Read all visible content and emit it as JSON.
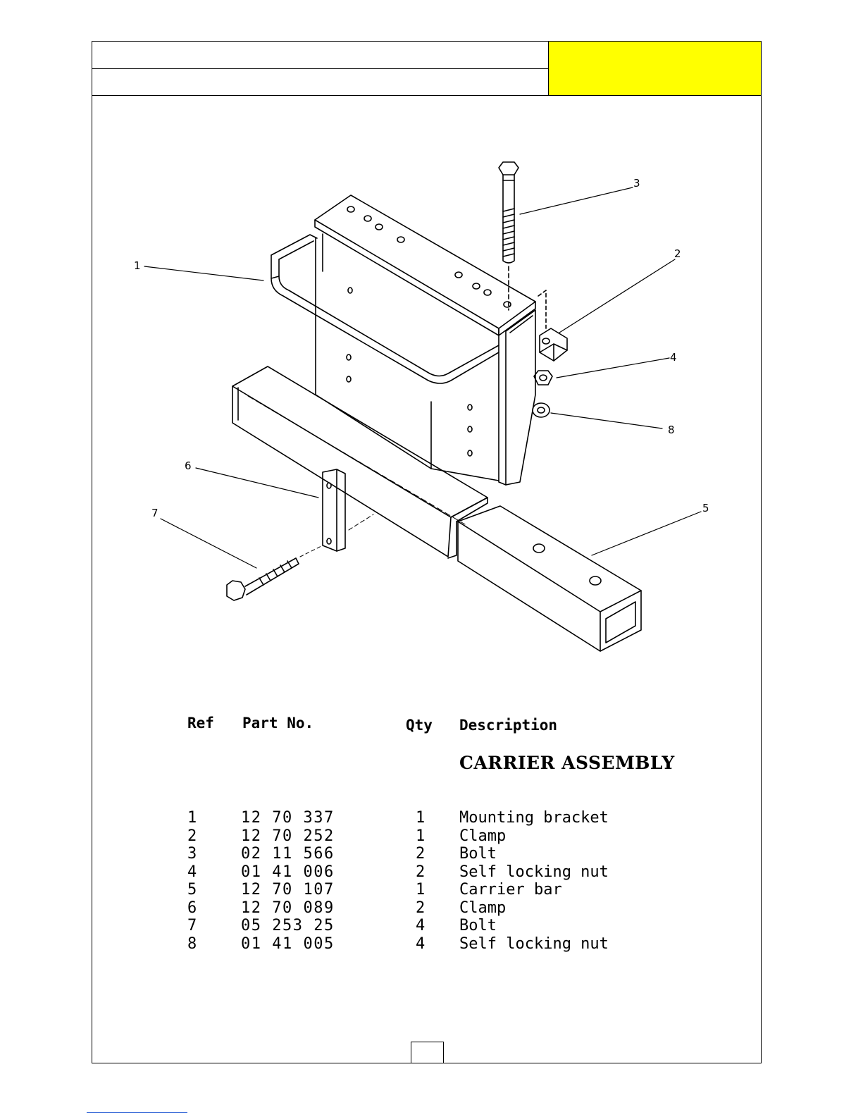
{
  "table": {
    "headers": {
      "ref": "Ref",
      "part_no": "Part No.",
      "qty": "Qty",
      "description": "Description"
    },
    "assembly_title": "CARRIER ASSEMBLY",
    "rows": [
      {
        "ref": "1",
        "part_no": "12 70 337",
        "qty": "1",
        "description": "Mounting bracket"
      },
      {
        "ref": "2",
        "part_no": "12 70 252",
        "qty": "1",
        "description": "Clamp"
      },
      {
        "ref": "3",
        "part_no": "02 11 566",
        "qty": "2",
        "description": "Bolt"
      },
      {
        "ref": "4",
        "part_no": "01 41 006",
        "qty": "2",
        "description": "Self locking nut"
      },
      {
        "ref": "5",
        "part_no": "12 70 107",
        "qty": "1",
        "description": "Carrier bar"
      },
      {
        "ref": "6",
        "part_no": "12 70 089",
        "qty": "2",
        "description": "Clamp"
      },
      {
        "ref": "7",
        "part_no": "05 253 25",
        "qty": "4",
        "description": "Bolt"
      },
      {
        "ref": "8",
        "part_no": "01 41 005",
        "qty": "4",
        "description": "Self locking nut"
      }
    ]
  },
  "callouts": {
    "c1": "1",
    "c2": "2",
    "c3": "3",
    "c4": "4",
    "c5": "5",
    "c6": "6",
    "c7": "7",
    "c8": "8"
  },
  "colors": {
    "header_highlight": "#ffff00",
    "line": "#000000"
  }
}
